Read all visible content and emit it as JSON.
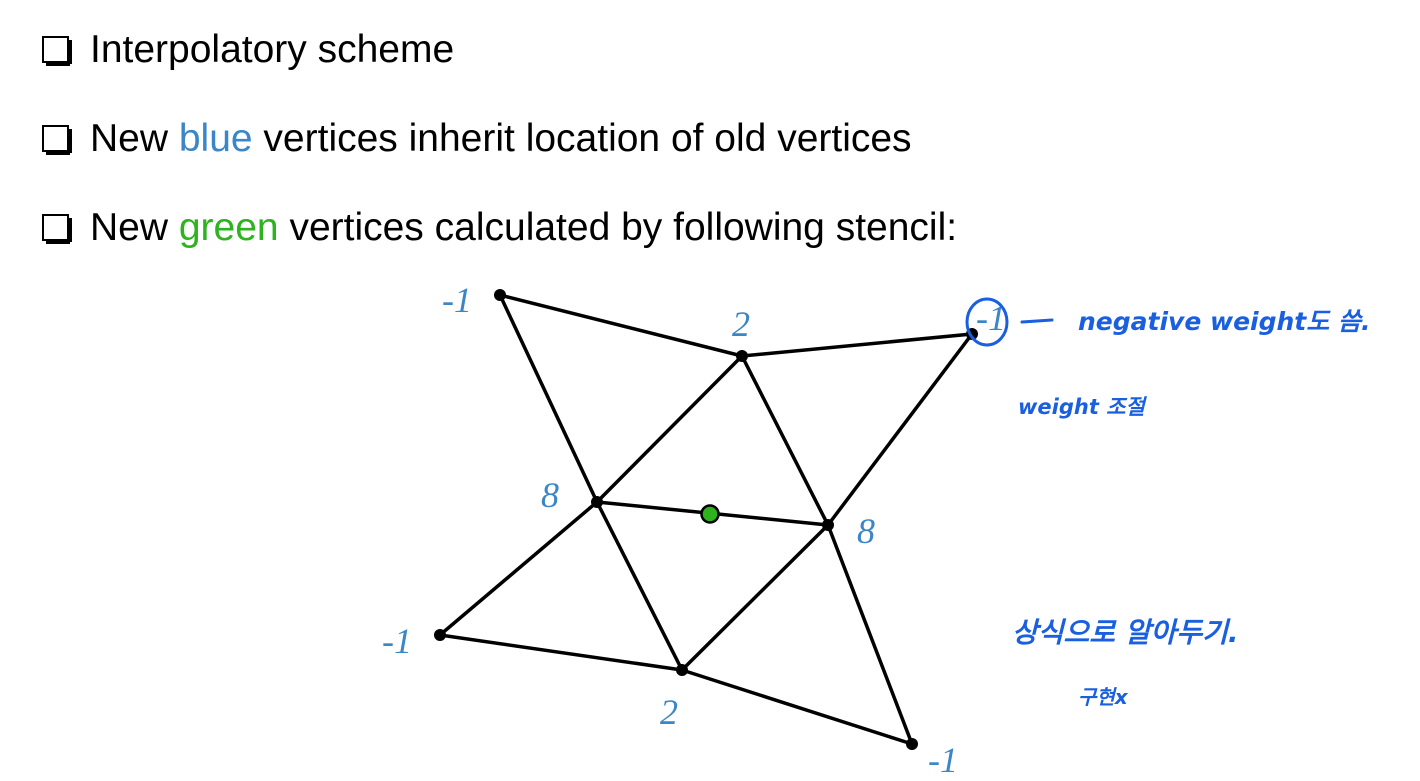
{
  "bullets": [
    {
      "segments": [
        {
          "text": "Interpolatory scheme",
          "color": "default"
        }
      ]
    },
    {
      "segments": [
        {
          "text": "New ",
          "color": "default"
        },
        {
          "text": "blue",
          "color": "blue"
        },
        {
          "text": " vertices inherit location of old vertices",
          "color": "default"
        }
      ]
    },
    {
      "segments": [
        {
          "text": "New ",
          "color": "default"
        },
        {
          "text": "green",
          "color": "green"
        },
        {
          "text": " vertices calculated by following stencil:",
          "color": "default"
        }
      ]
    }
  ],
  "colors": {
    "blue": "#3a86c8",
    "green": "#2db31e",
    "ink": "#1a5fe0"
  },
  "stencil": {
    "weights": {
      "top_left": "-1",
      "top_mid": "2",
      "top_right": "-1",
      "left_mid": "8",
      "right_mid": "8",
      "bottom_left": "-1",
      "bottom_mid": "2",
      "bottom_right": "-1"
    }
  },
  "annotations": {
    "note1": "negative weight도 씀.",
    "note2": "weight 조절",
    "note3": "상식으로 알아두기.",
    "note4": "구현x"
  }
}
